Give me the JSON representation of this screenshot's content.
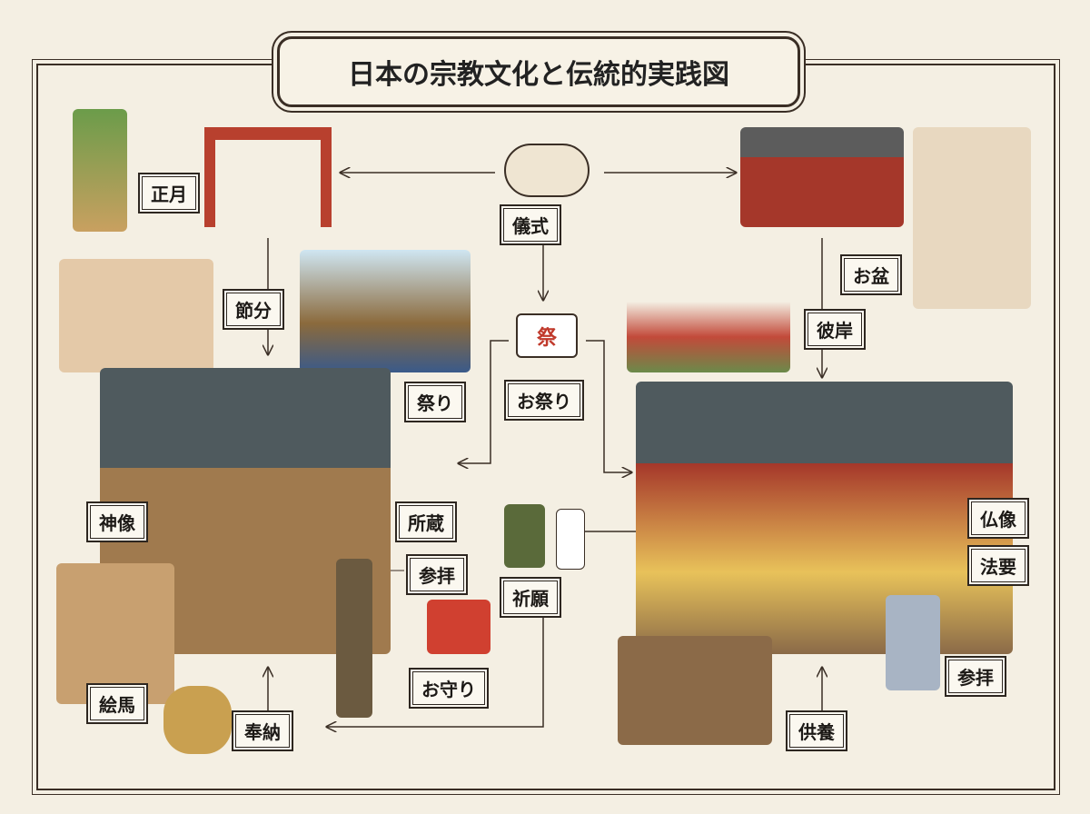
{
  "title": "日本の宗教文化と伝統的実践図",
  "labels": {
    "shogatsu": "正月",
    "setsubun": "節分",
    "matsuri": "祭り",
    "gishiki": "儀式",
    "omatsuri": "お祭り",
    "obon": "お盆",
    "higan": "彼岸",
    "shinzo": "神像",
    "shozo": "所蔵",
    "sanpai_left": "参拝",
    "omamori": "お守り",
    "kigan": "祈願",
    "ema": "絵馬",
    "hono": "奉納",
    "butsuzo": "仏像",
    "hoyo": "法要",
    "sanpai_right": "参拝",
    "kuyo": "供養"
  },
  "lantern_text": "祭"
}
